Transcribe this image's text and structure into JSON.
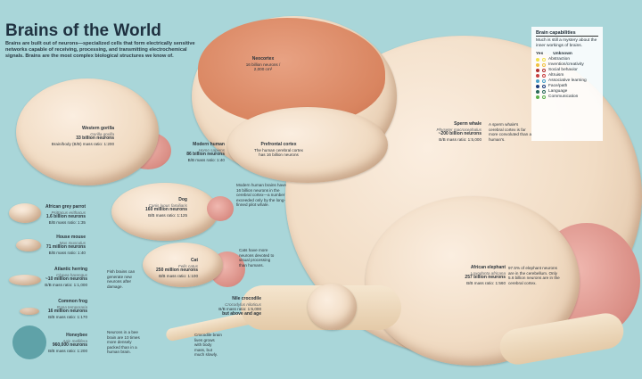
{
  "title": "Brains of the World",
  "intro": "Brains are built out of neurons—specialized cells that form electrically sensitive networks capable of receiving, processing, and transmitting electrochemical signals. Brains are the most complex biological structures we know of.",
  "legend": {
    "title": "Brain capabilities",
    "subtitle": "Much is still a mystery about the inner workings of brains.",
    "yes": "Yes",
    "unknown": "Unknown",
    "items": [
      {
        "label": "Abstraction",
        "color": "#f2e14a"
      },
      {
        "label": "Invention/creativity",
        "color": "#f0c040"
      },
      {
        "label": "Social behavior",
        "color": "#b03030"
      },
      {
        "label": "Altruism",
        "color": "#c84040"
      },
      {
        "label": "Associative learning",
        "color": "#4aa0c8"
      },
      {
        "label": "Face/path",
        "color": "#1a3a7a"
      },
      {
        "label": "Language",
        "color": "#2a6a5a"
      },
      {
        "label": "Communication",
        "color": "#5ab04a"
      }
    ]
  },
  "animals": {
    "gorilla": {
      "name": "Western gorilla",
      "latin": "Gorilla gorilla",
      "neurons": "33 billion neurons",
      "ratio": "Brain/body (B/B) mass ratio: 1:200"
    },
    "human": {
      "name": "Modern human",
      "latin": "Homo sapiens",
      "neurons": "86 billion neurons",
      "ratio": "B/B mass ratio: 1:40"
    },
    "neocortex": {
      "name": "Neocortex",
      "lines": "16 billion neurons / 2,000 cm²"
    },
    "cortex_note": {
      "name": "Prefrontal cortex",
      "lines": "The human cerebral cortex has 16 billion neurons"
    },
    "human_note": "Modern human brains have 16 billion neurons in the cerebral cortex—a number exceeded only by the long-finned pilot whale.",
    "parrot": {
      "name": "African grey parrot",
      "latin": "Psittacus erithacus",
      "neurons": "1.6 billion neurons",
      "ratio": "B/B mass ratio: 1:35"
    },
    "dog": {
      "name": "Dog",
      "latin": "Canis lupus familiaris",
      "neurons": "160 million neurons",
      "ratio": "B/B mass ratio: 1:125"
    },
    "mouse": {
      "name": "House mouse",
      "latin": "Mus musculus",
      "neurons": "71 million neurons",
      "ratio": "B/B mass ratio: 1:40"
    },
    "cat": {
      "name": "Cat",
      "latin": "Felis catus",
      "neurons": "250 million neurons",
      "ratio": "B/B mass ratio: 1:100"
    },
    "cat_note": "Cats have more neurons devoted to visual processing than humans.",
    "herring": {
      "name": "Atlantic herring",
      "latin": "Clupea harengus",
      "neurons": "~10 million neurons",
      "ratio": "B/B mass ratio: 1:1,000"
    },
    "herring_note": "Fish brains can generate new neurons after damage.",
    "frog": {
      "name": "Common frog",
      "latin": "Rana temporaria",
      "neurons": "16 million neurons",
      "ratio": "B/B mass ratio: 1:170"
    },
    "bee": {
      "name": "Honeybee",
      "latin": "Apis mellifera",
      "neurons": "960,000 neurons",
      "ratio": "B/B mass ratio: 1:200"
    },
    "bee_note": "Neurons in a bee brain are 10 times more densely packed than in a human brain.",
    "croc": {
      "name": "Nile crocodile",
      "latin": "Crocodylus niloticus",
      "ratio": "B/B mass ratio: 1:5,000",
      "extra": "but above and age"
    },
    "croc_note": "Crocodile brain lives grows with body mass, but much slowly.",
    "whale": {
      "name": "Sperm whale",
      "latin": "Physeter macrocephalus",
      "neurons": "~200 billion neurons",
      "ratio": "B/B mass ratio: 1:5,000"
    },
    "whale_note": "A sperm whale's cerebral cortex is far more convoluted than a human's.",
    "elephant": {
      "name": "African elephant",
      "latin": "Loxodonta africana",
      "neurons": "257 billion neurons",
      "ratio": "B/B mass ratio: 1:560"
    },
    "elephant_note": "97.5% of elephant neurons are in the cerebellum. Only 5.6 billion neurons are in the cerebral cortex."
  }
}
